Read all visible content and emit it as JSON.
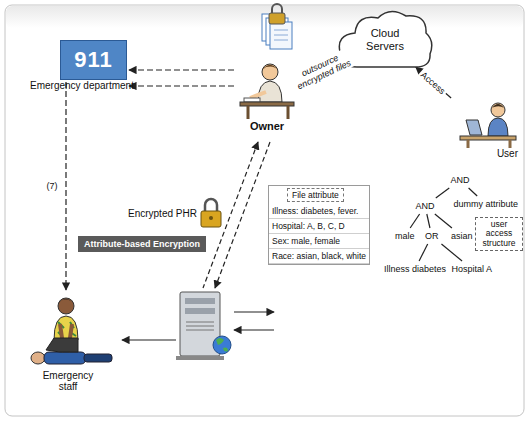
{
  "diagram": {
    "nodes": [
      {
        "text": [
          "Emergency department",
          "911"
        ]
      },
      {
        "text": [
          "Cloud Servers"
        ]
      },
      {
        "text": [
          "Owner"
        ]
      },
      {
        "text": [
          "User"
        ]
      },
      {
        "text": [
          "File attribute",
          "Illness: diabetes, fever.",
          "Hospital: A, B, C, D",
          "Sex: male, female",
          "Race: asian, black, white"
        ]
      },
      {
        "text": [
          "Attribute-based Encryption"
        ]
      },
      {
        "text": [
          "Emergency staff"
        ]
      },
      {
        "text": [
          "AND"
        ]
      },
      {
        "text": [
          "AND"
        ]
      },
      {
        "text": [
          "dummy attribute"
        ]
      },
      {
        "text": [
          "male"
        ]
      },
      {
        "text": [
          "OR"
        ]
      },
      {
        "text": [
          "asian"
        ]
      },
      {
        "text": [
          "user access structure"
        ]
      },
      {
        "text": [
          "Illness diabetes"
        ]
      },
      {
        "text": [
          "Hospital A"
        ]
      }
    ],
    "edges": [
      {
        "from": 2,
        "to": 0,
        "arrow": "to"
      },
      {
        "from": 2,
        "to": 0,
        "arrow": "to"
      },
      {
        "from": 2,
        "to": 1,
        "label": "outsource encrypted files",
        "arrow": "to"
      },
      {
        "from": 3,
        "to": 1,
        "label": "Access",
        "arrow": "to"
      },
      {
        "from": 0,
        "to": 6,
        "label": "(7)",
        "arrow": "to"
      },
      {
        "from": 7,
        "to": 8,
        "arrow": "none"
      },
      {
        "from": 7,
        "to": 9,
        "arrow": "none"
      },
      {
        "from": 8,
        "to": 10,
        "arrow": "none"
      },
      {
        "from": 8,
        "to": 11,
        "arrow": "none"
      },
      {
        "from": 8,
        "to": 12,
        "arrow": "none"
      },
      {
        "from": 11,
        "to": 14,
        "arrow": "none"
      },
      {
        "from": 11,
        "to": 15,
        "arrow": "none"
      }
    ],
    "labels": [
      "Encrypted PHR"
    ]
  }
}
